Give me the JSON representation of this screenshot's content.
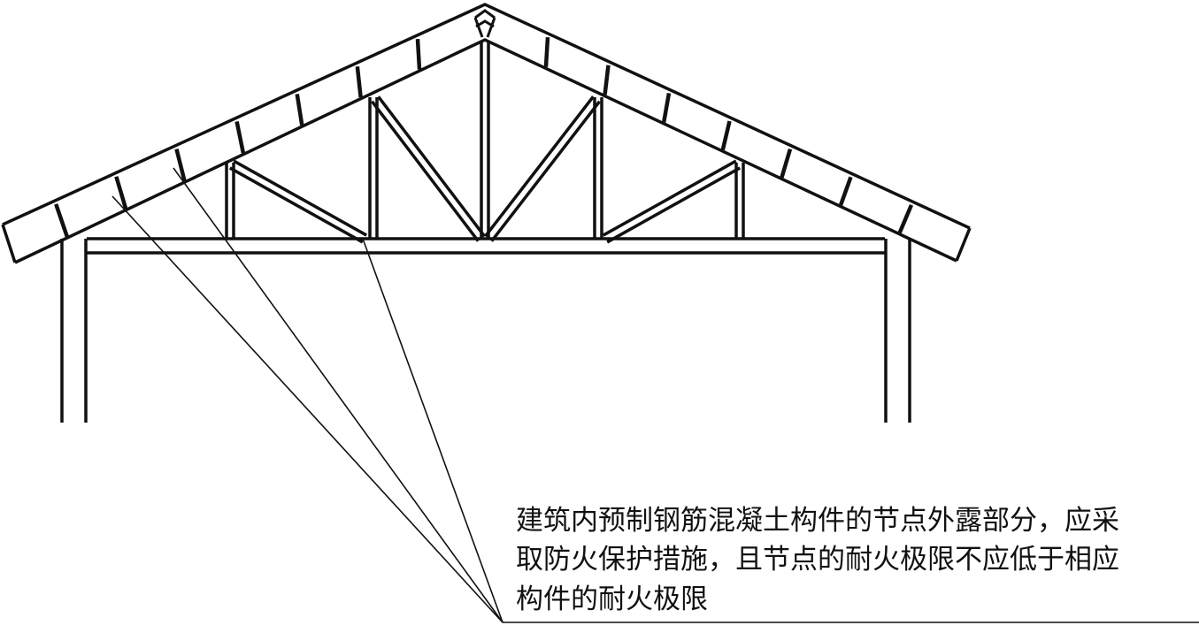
{
  "note": {
    "lines": [
      "建筑内预制钢筋混凝土构件的节点外露部分，应采",
      "取防火保护措施，且节点的耐火极限不应低于相应",
      "构件的耐火极限"
    ]
  },
  "colors": {
    "line": "#111111",
    "background": "#ffffff"
  }
}
